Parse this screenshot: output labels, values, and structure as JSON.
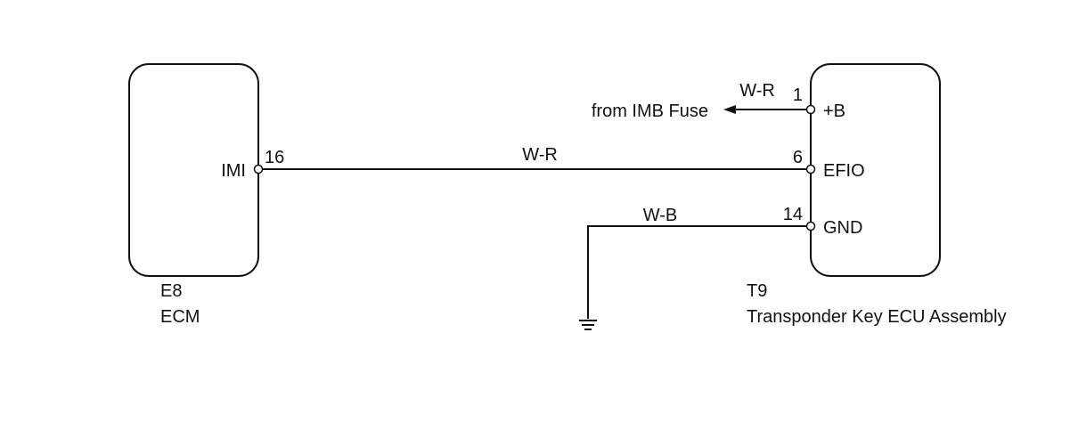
{
  "ecm": {
    "connector": "E8",
    "name": "ECM",
    "pin_label": "IMI",
    "pin_number": "16"
  },
  "transponder": {
    "connector": "T9",
    "name": "Transponder Key ECU Assembly",
    "pins": [
      {
        "number": "1",
        "label": "+B"
      },
      {
        "number": "6",
        "label": "EFIO"
      },
      {
        "number": "14",
        "label": "GND"
      }
    ]
  },
  "wires": {
    "power_color": "W-R",
    "signal_color": "W-R",
    "ground_color": "W-B"
  },
  "power_source": "from IMB Fuse",
  "ground_icon": "ground-symbol"
}
